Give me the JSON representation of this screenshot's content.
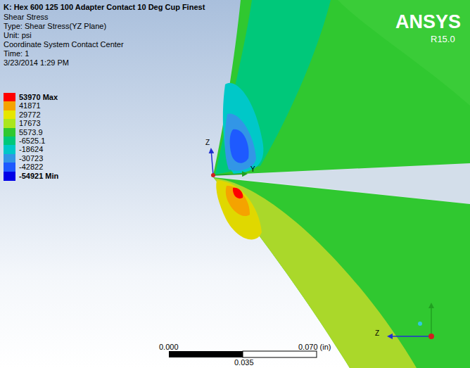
{
  "diagram": {
    "title": "K: Hex 600 125 100 Adapter Contact 10 Deg Cup Finest",
    "labels": [
      "Shear Stress",
      "Type: Shear Stress(YZ Plane)",
      "Unit: psi",
      "Coordinate System Contact Center",
      "Time: 1",
      "3/23/2014 1:29 PM",
      "ANSYS",
      "R15.0",
      "Z",
      "Y",
      "0.000",
      "0.070 (in)",
      "0.035",
      "Z"
    ],
    "legend": [
      {
        "text": "53970 Max",
        "color": "#ff0000"
      },
      {
        "text": "41871",
        "color": "#f5a300"
      },
      {
        "text": "29772",
        "color": "#e6e600"
      },
      {
        "text": "17673",
        "color": "#aae61e"
      },
      {
        "text": "5573.9",
        "color": "#30c830"
      },
      {
        "text": "-6525.1",
        "color": "#00c87a"
      },
      {
        "text": "-18624",
        "color": "#00c8c8"
      },
      {
        "text": "-30723",
        "color": "#3296e6"
      },
      {
        "text": "-42822",
        "color": "#1e5aff"
      },
      {
        "text": "-54921 Min",
        "color": "#0000e6"
      }
    ]
  }
}
